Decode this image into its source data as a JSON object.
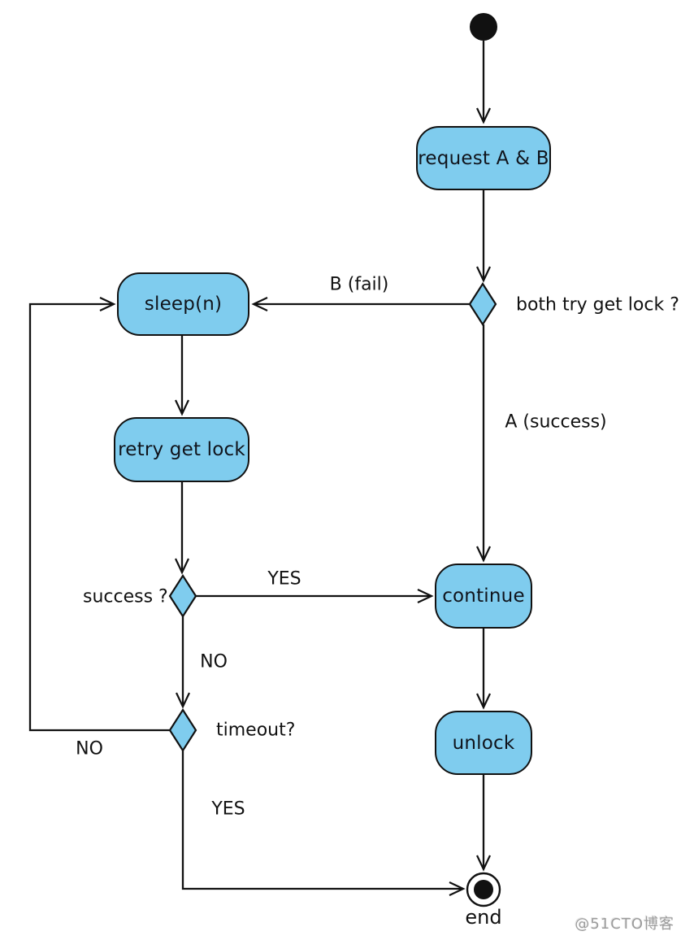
{
  "diagram": {
    "type": "uml-activity-diagram",
    "colors": {
      "node_fill": "#7fccee",
      "node_stroke": "#111111",
      "line": "#111111",
      "text": "#111111",
      "watermark": "#9c9c9c"
    },
    "nodes": {
      "start": {
        "kind": "initial-node"
      },
      "request": {
        "label": "request A & B"
      },
      "sleep": {
        "label": "sleep(n)"
      },
      "retry": {
        "label": "retry get lock"
      },
      "continue": {
        "label": "continue"
      },
      "unlock": {
        "label": "unlock"
      },
      "end": {
        "kind": "final-node",
        "label": "end"
      }
    },
    "decisions": {
      "both_try_get_lock": {
        "label": "both try get lock ?"
      },
      "success": {
        "label": "success ?"
      },
      "timeout": {
        "label": "timeout?"
      }
    },
    "edge_labels": {
      "b_fail": "B (fail)",
      "a_success": "A (success)",
      "success_yes": "YES",
      "success_no": "NO",
      "timeout_no": "NO",
      "timeout_yes": "YES"
    },
    "watermark": "@51CTO博客"
  }
}
